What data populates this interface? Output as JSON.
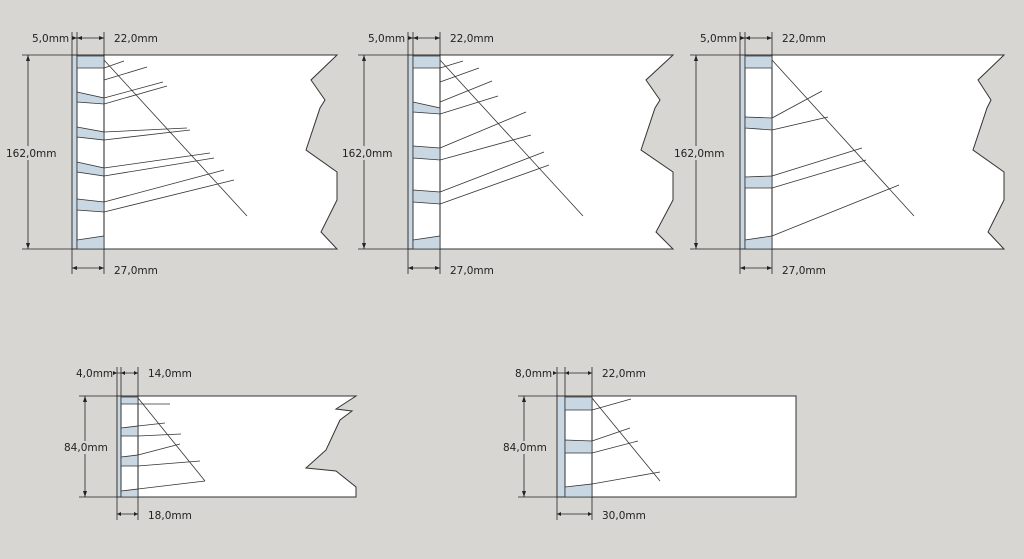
{
  "colors": {
    "background": "#d8d6d2",
    "board": "#ffffff",
    "veneer": "#c9d7e3",
    "line": "#222222"
  },
  "panels": [
    {
      "top_left_label": "5,0mm",
      "top_right_label": "22,0mm",
      "height_label": "162,0mm",
      "bottom_label": "27,0mm"
    },
    {
      "top_left_label": "5,0mm",
      "top_right_label": "22,0mm",
      "height_label": "162,0mm",
      "bottom_label": "27,0mm"
    },
    {
      "top_left_label": "5,0mm",
      "top_right_label": "22,0mm",
      "height_label": "162,0mm",
      "bottom_label": "27,0mm"
    },
    {
      "top_left_label": "4,0mm",
      "top_right_label": "14,0mm",
      "height_label": "84,0mm",
      "bottom_label": "18,0mm"
    },
    {
      "top_left_label": "8,0mm",
      "top_right_label": "22,0mm",
      "height_label": "84,0mm",
      "bottom_label": "30,0mm"
    }
  ]
}
